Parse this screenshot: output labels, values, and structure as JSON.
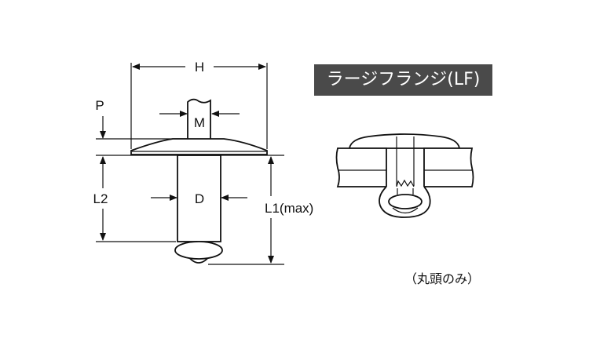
{
  "title": "ラージフランジ(LF)",
  "caption": "（丸頭のみ）",
  "dimensions": {
    "H": "H",
    "P": "P",
    "M": "M",
    "D": "D",
    "L2": "L2",
    "L1": "L1(max)"
  }
}
